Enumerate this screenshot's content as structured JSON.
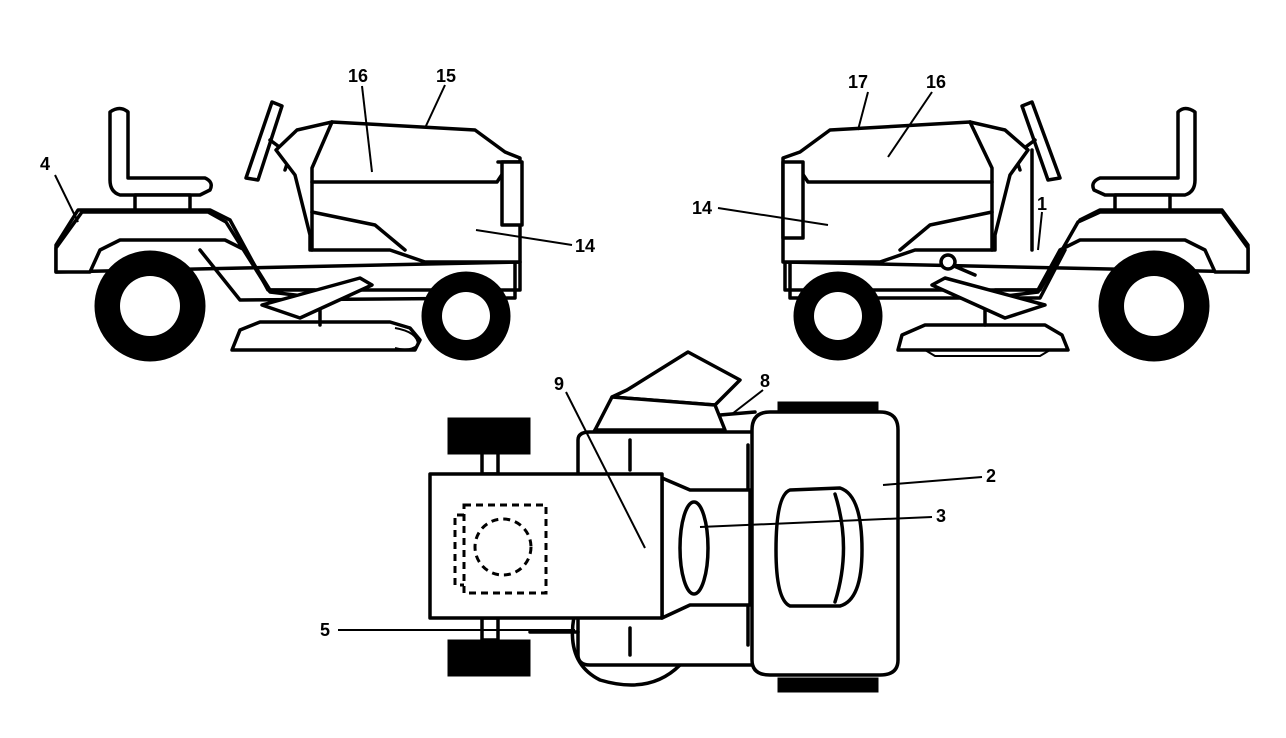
{
  "callouts": [
    {
      "id": "c4",
      "text": "4"
    },
    {
      "id": "c16a",
      "text": "16"
    },
    {
      "id": "c15",
      "text": "15"
    },
    {
      "id": "c14a",
      "text": "14"
    },
    {
      "id": "c17",
      "text": "17"
    },
    {
      "id": "c16b",
      "text": "16"
    },
    {
      "id": "c14b",
      "text": "14"
    },
    {
      "id": "c1",
      "text": "1"
    },
    {
      "id": "c9",
      "text": "9"
    },
    {
      "id": "c8",
      "text": "8"
    },
    {
      "id": "c2",
      "text": "2"
    },
    {
      "id": "c3",
      "text": "3"
    },
    {
      "id": "c5",
      "text": "5"
    }
  ]
}
